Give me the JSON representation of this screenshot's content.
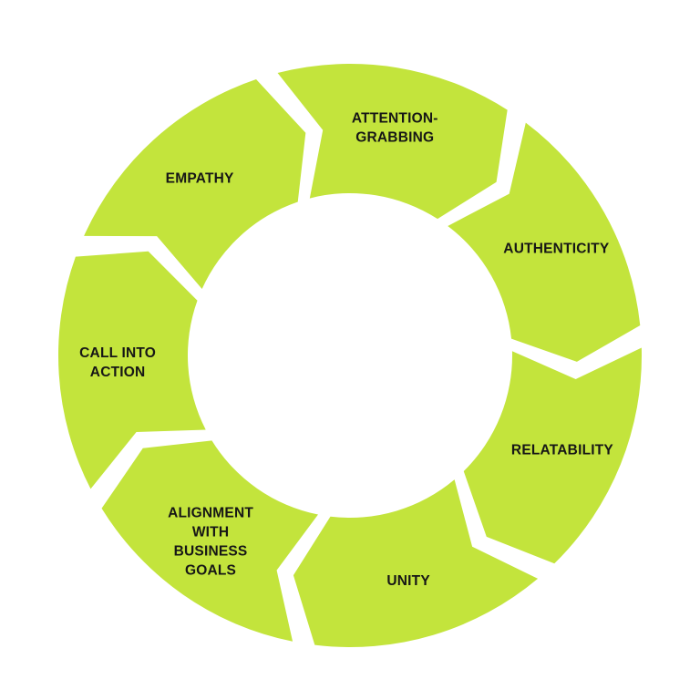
{
  "diagram": {
    "type": "cycle",
    "fill_color": "#c3e43c",
    "text_color": "#161616",
    "segments": [
      {
        "label_lines": [
          "EMPATHY"
        ]
      },
      {
        "label_lines": [
          "ATTENTION-",
          "GRABBING"
        ]
      },
      {
        "label_lines": [
          "AUTHENTICITY"
        ]
      },
      {
        "label_lines": [
          "RELATABILITY"
        ]
      },
      {
        "label_lines": [
          "UNITY"
        ]
      },
      {
        "label_lines": [
          "ALIGNMENT",
          "WITH",
          "BUSINESS",
          "GOALS"
        ]
      },
      {
        "label_lines": [
          "CALL INTO",
          "ACTION"
        ]
      }
    ]
  }
}
